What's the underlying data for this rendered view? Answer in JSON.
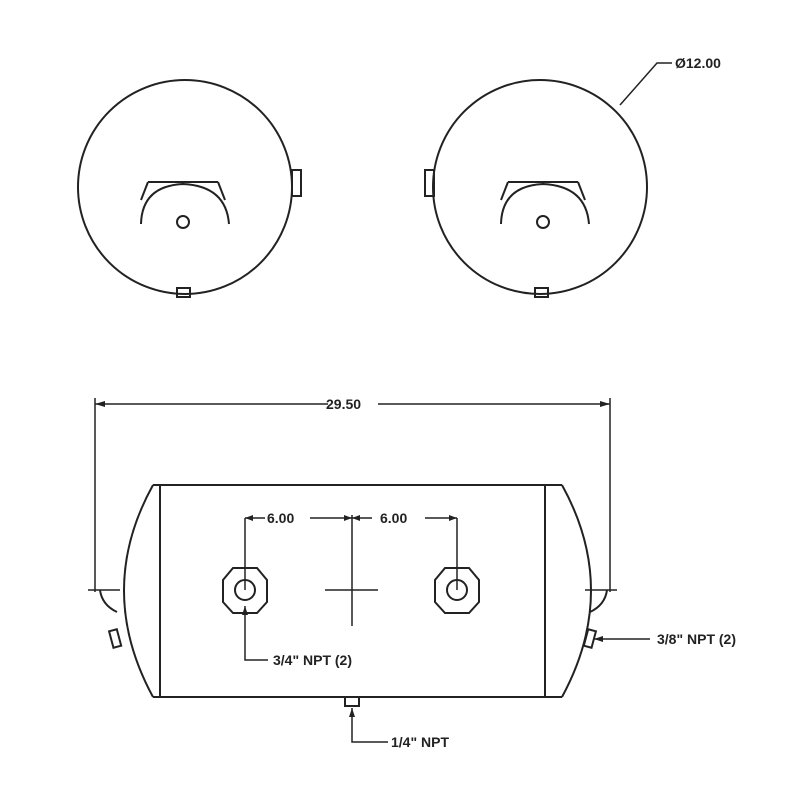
{
  "drawing": {
    "diameter_label": "Ø12.00",
    "overall_length_label": "29.50",
    "port_spacing_left_label": "6.00",
    "port_spacing_right_label": "6.00",
    "callout_top_ports": "3/4\" NPT (2)",
    "callout_side_ports": "3/8\" NPT  (2)",
    "callout_bottom_port": "1/4\" NPT"
  },
  "colors": {
    "line": "#222222",
    "background": "#ffffff"
  }
}
